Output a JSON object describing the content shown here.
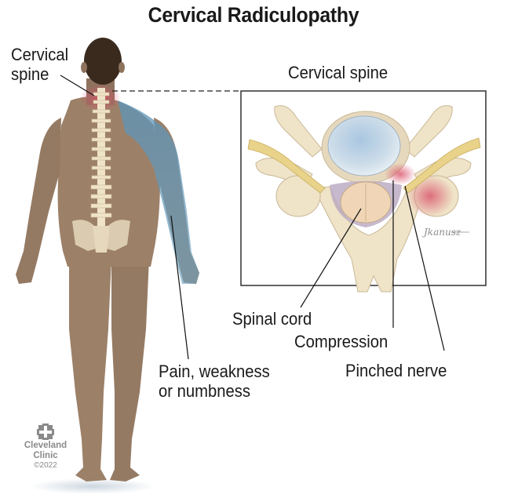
{
  "title": "Cervical Radiculopathy",
  "labels": {
    "cervical_spine_left_line1": "Cervical",
    "cervical_spine_left_line2": "spine",
    "cervical_spine_inset": "Cervical spine",
    "spinal_cord": "Spinal cord",
    "compression": "Compression",
    "pinched_nerve": "Pinched nerve",
    "symptoms_line1": "Pain, weakness",
    "symptoms_line2": "or numbness"
  },
  "branding": {
    "name_line1": "Cleveland",
    "name_line2": "Clinic",
    "copyright": "©2022",
    "logo_icon": "cleveland-clinic-cross-icon"
  },
  "artist_signature": "Jkanusz",
  "colors": {
    "skin": "#9c8068",
    "skin_shadow": "#7e6450",
    "hair": "#3a2a1e",
    "bone": "#efe3c8",
    "bone_shadow": "#d8c7a3",
    "nerve": "#e9d38a",
    "disc": "#bfd4e6",
    "inflammation": "#d9516a",
    "numbness": "#5d94b8",
    "logo_gray": "#8a8a8a"
  }
}
